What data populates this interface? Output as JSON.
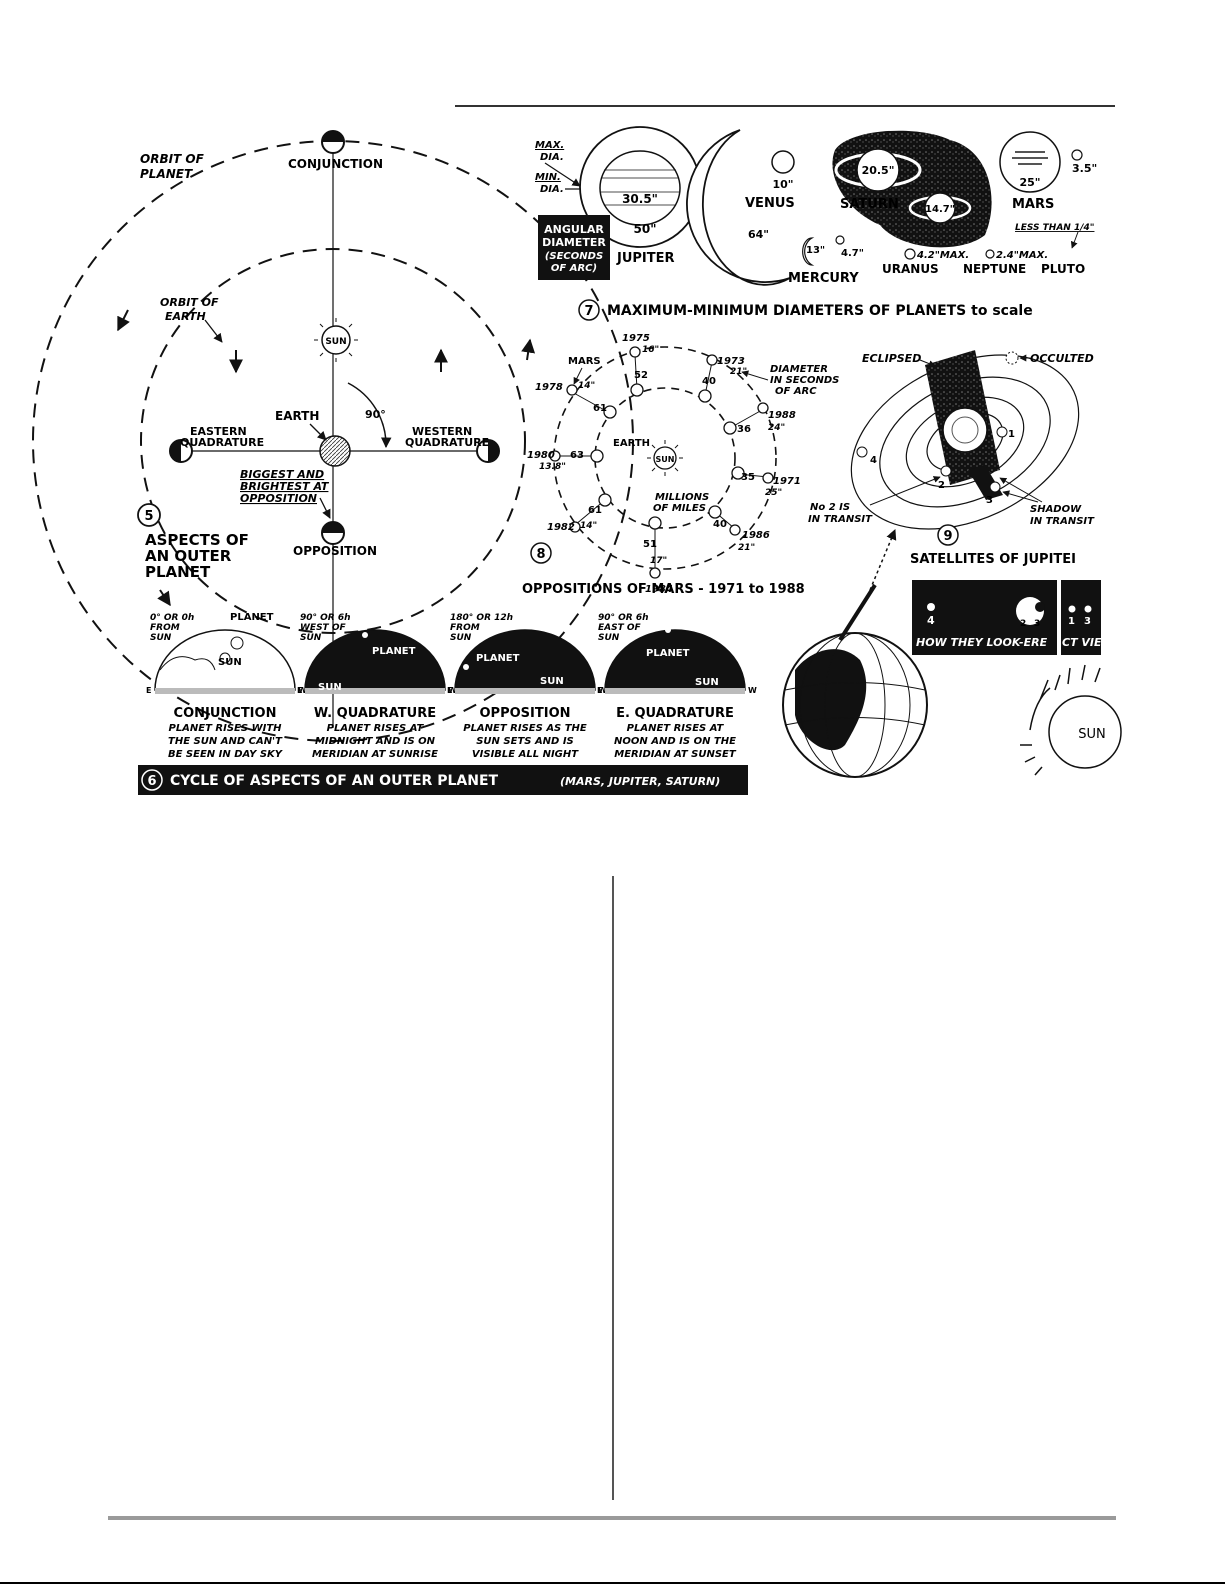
{
  "fig5": {
    "orbit_of_planet": [
      "ORBIT OF",
      "PLANET"
    ],
    "conjunction": "CONJUNCTION",
    "orbit_of_earth": [
      "ORBIT OF",
      "EARTH"
    ],
    "sun": "SUN",
    "earth": "EARTH",
    "angle": "90°",
    "eastern_quadrature": [
      "EASTERN",
      "QUADRATURE"
    ],
    "western_quadrature": [
      "WESTERN",
      "QUADRATURE"
    ],
    "biggest": [
      "BIGGEST AND",
      "BRIGHTEST AT",
      "OPPOSITION"
    ],
    "opposition": "OPPOSITION",
    "number": "5",
    "title": [
      "ASPECTS OF",
      "AN OUTER",
      "PLANET"
    ]
  },
  "fig7": {
    "max_dia": [
      "MAX.",
      "DIA."
    ],
    "min_dia": [
      "MIN.",
      "DIA."
    ],
    "jupiter_min": "30.5\"",
    "jupiter_max": "50\"",
    "angular_box": [
      "ANGULAR",
      "DIAMETER",
      "(SECONDS",
      "OF ARC)"
    ],
    "jupiter": "JUPITER",
    "venus_small": "10\"",
    "venus": "VENUS",
    "venus_large": "64\"",
    "saturn_big": "20.5\"",
    "saturn_small": "14.7\"",
    "saturn": "SATURN",
    "mars_big": "25\"",
    "mars_small": "3.5\"",
    "mars": "MARS",
    "mercury_a": "13\"",
    "mercury_b": "4.7\"",
    "mercury": "MERCURY",
    "uranus_val": "4.2\"MAX.",
    "uranus": "URANUS",
    "neptune_val": "2.4\"MAX.",
    "neptune": "NEPTUNE",
    "pluto_val": "LESS THAN 1/4\"",
    "pluto": "PLUTO",
    "number": "7",
    "title": "MAXIMUM-MINIMUM DIAMETERS OF PLANETS to scale"
  },
  "fig8": {
    "mars": "MARS",
    "y1975": "1975",
    "d1975": "16\"",
    "y1973": "1973",
    "d1973": "21\"",
    "y1978": "1978",
    "d1978": "14\"",
    "y1988": "1988",
    "d1988": "24\"",
    "y1980": "1980",
    "d1980": "13.8\"",
    "y1971": "1971",
    "d1971": "25\"",
    "y1982": "1982",
    "d1982": "14\"",
    "y1986": "1986",
    "d1986": "21\"",
    "y1984": "1984",
    "d1984": "17\"",
    "m52": "52",
    "m40": "40",
    "m61a": "61",
    "m36": "36",
    "m63": "63",
    "m35": "35",
    "m61b": "61",
    "m40b": "40",
    "m51": "51",
    "diameter_note": [
      "DIAMETER",
      "IN SECONDS",
      "OF ARC"
    ],
    "earth": "EARTH",
    "sun": "SUN",
    "millions": [
      "MILLIONS",
      "OF MILES"
    ],
    "number": "8",
    "title": "OPPOSITIONS OF MARS - 1971 to 1988"
  },
  "fig9": {
    "eclipsed": "ECLIPSED",
    "occulted": "OCCULTED",
    "n1": "1",
    "n2": "2",
    "n3": "3",
    "n4": "4",
    "transit": [
      "No 2 IS",
      "IN TRANSIT"
    ],
    "shadow": [
      "SHADOW",
      "IN TRANSIT"
    ],
    "number": "9",
    "title": "SATELLITES OF JUPITEI",
    "look_caption": "HOW THEY LOOK-ERE",
    "look_caption2": "CT VIE",
    "look_n4": "4",
    "look_n2": "2",
    "look_n3": "3",
    "look_r1": "1",
    "look_r3": "3",
    "sun": "SUN"
  },
  "fig6": {
    "p1": {
      "pos": [
        "0° OR 0h",
        "FROM",
        "SUN"
      ],
      "planet": "PLANET",
      "sun": "SUN",
      "name": "CONJUNCTION",
      "desc": [
        "PLANET RISES WITH",
        "THE SUN AND CAN'T",
        "BE SEEN IN DAY SKY"
      ]
    },
    "p2": {
      "pos": [
        "90° OR 6h",
        "WEST OF",
        "SUN"
      ],
      "planet": "PLANET",
      "sun": "SUN",
      "name": "W. QUADRATURE",
      "desc": [
        "PLANET RISES AT",
        "MIDNIGHT AND IS ON",
        "MERIDIAN AT SUNRISE"
      ]
    },
    "p3": {
      "pos": [
        "180° OR 12h",
        "FROM",
        "SUN"
      ],
      "planet": "PLANET",
      "sun": "SUN",
      "name": "OPPOSITION",
      "desc": [
        "PLANET RISES AS THE",
        "SUN SETS AND IS",
        "VISIBLE ALL NIGHT"
      ]
    },
    "p4": {
      "pos": [
        "90° OR 6h",
        "EAST OF",
        "SUN"
      ],
      "planet": "PLANET",
      "sun": "SUN",
      "name": "E. QUADRATURE",
      "desc": [
        "PLANET RISES AT",
        "NOON AND IS ON THE",
        "MERIDIAN AT SUNSET"
      ]
    },
    "east": "E",
    "west": "W",
    "number": "6",
    "title": "CYCLE OF ASPECTS OF AN OUTER PLANET",
    "subtitle": "(MARS, JUPITER, SATURN)"
  }
}
